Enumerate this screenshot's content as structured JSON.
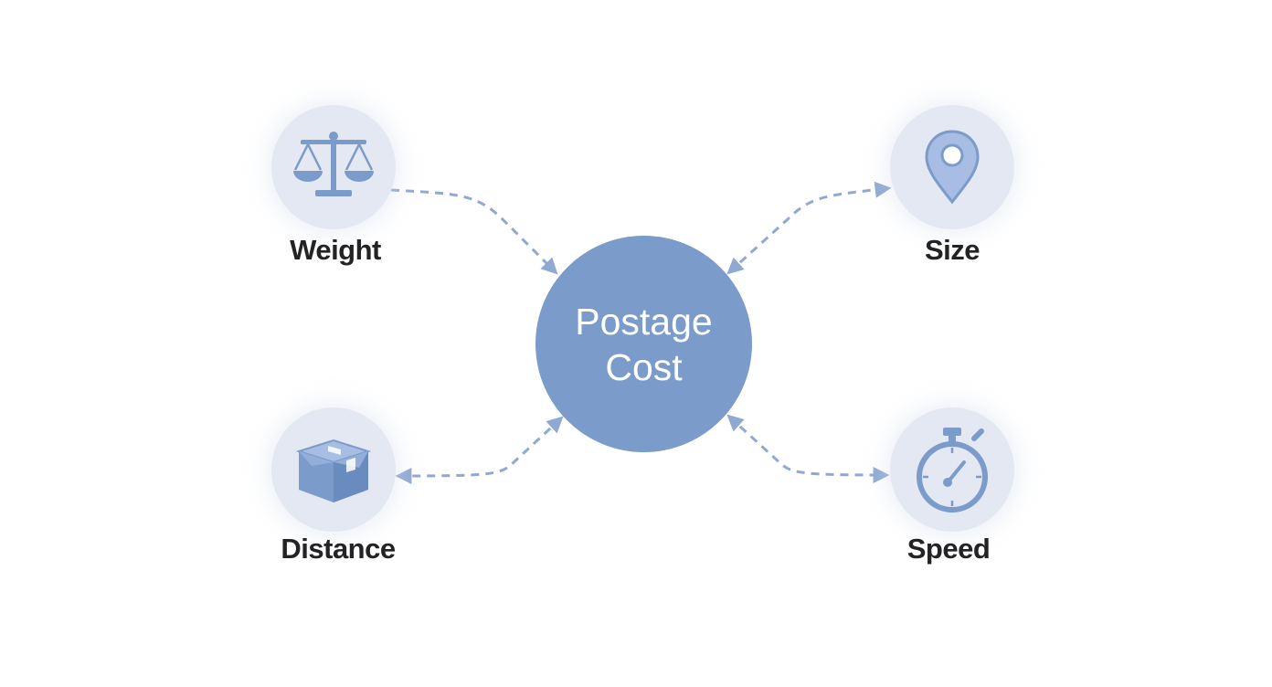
{
  "colors": {
    "center_fill": "#7b9bca",
    "node_fill": "#e4e8f3",
    "icon": "#7b9bca",
    "connector": "#8fa9d2",
    "label_text": "#232325"
  },
  "center": {
    "line1": "Postage",
    "line2": "Cost"
  },
  "nodes": [
    {
      "label": "Weight",
      "icon": "balance-scale-icon"
    },
    {
      "label": "Size",
      "icon": "map-pin-icon"
    },
    {
      "label": "Distance",
      "icon": "box-icon"
    },
    {
      "label": "Speed",
      "icon": "stopwatch-icon"
    }
  ],
  "connectors": [
    {
      "from": "Weight",
      "to": "Postage Cost",
      "style": "dashed"
    },
    {
      "from": "Postage Cost",
      "to": "Size",
      "style": "dashed",
      "bidirectional": true
    },
    {
      "from": "Postage Cost",
      "to": "Distance",
      "style": "dashed",
      "bidirectional": true
    },
    {
      "from": "Postage Cost",
      "to": "Speed",
      "style": "dashed",
      "bidirectional": true
    }
  ]
}
